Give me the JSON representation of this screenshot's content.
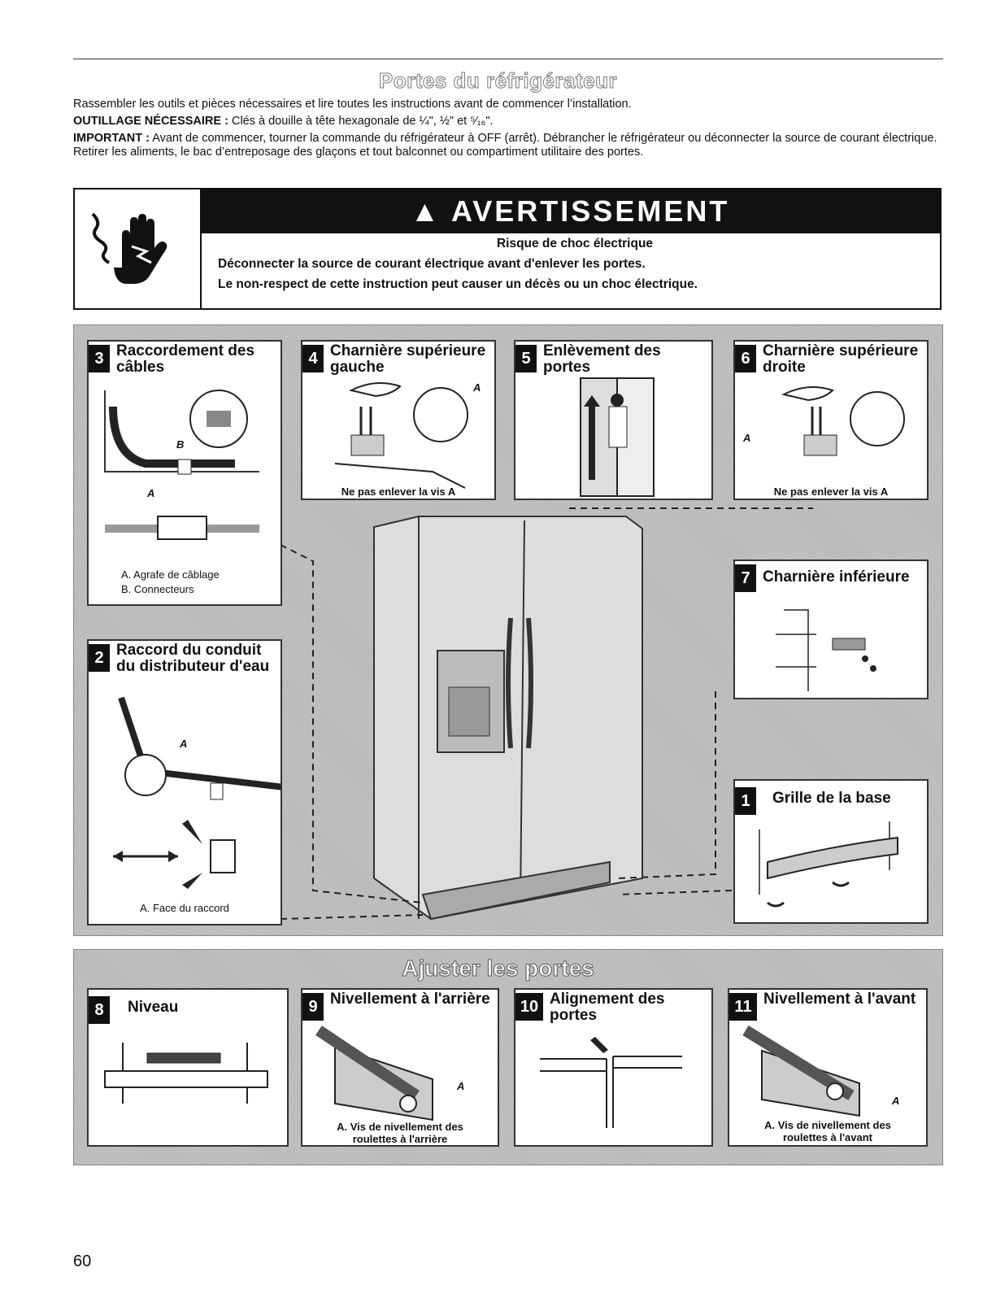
{
  "page": {
    "title": "Portes du réfrigérateur",
    "intro": "Rassembler les outils et pièces nécessaires et lire toutes les instructions avant de commencer l’installation.",
    "tools_label": "OUTILLAGE NÉCESSAIRE :",
    "tools_text": "Clés à douille à tête hexagonale de ¼\", ½\" et ⁵⁄₁₆\".",
    "important_label": "IMPORTANT :",
    "important_text": "Avant de commencer, tourner la commande du réfrigérateur à OFF (arrêt). Débrancher le réfrigérateur ou déconnecter la source de courant électrique. Retirer les aliments, le bac d’entreposage des glaçons et tout balconnet ou compartiment utilitaire des portes.",
    "page_number": "60"
  },
  "warning": {
    "header": "AVERTISSEMENT",
    "line1": "Risque de choc électrique",
    "line2": "Déconnecter la source de courant électrique avant d'enlever les portes.",
    "line3": "Le non-respect de cette instruction peut causer un décès ou un choc électrique."
  },
  "steps": {
    "s3": {
      "num": "3",
      "title": "Raccordement des câbles",
      "cap1": "A. Agrafe de câblage",
      "cap2": "B. Connecteurs",
      "label_a": "A",
      "label_b": "B"
    },
    "s4": {
      "num": "4",
      "title": "Charnière supérieure gauche",
      "caption": "Ne pas enlever la vis A",
      "label_a": "A"
    },
    "s5": {
      "num": "5",
      "title": "Enlèvement des portes"
    },
    "s6": {
      "num": "6",
      "title": "Charnière supérieure droite",
      "caption": "Ne pas enlever la vis A",
      "label_a": "A"
    },
    "s7": {
      "num": "7",
      "title": "Charnière inférieure"
    },
    "s2": {
      "num": "2",
      "title": "Raccord du conduit du distributeur d'eau",
      "caption": "A. Face du raccord",
      "label_a": "A"
    },
    "s1": {
      "num": "1",
      "title": "Grille de la base"
    },
    "adjust_title": "Ajuster les portes",
    "s8": {
      "num": "8",
      "title": "Niveau"
    },
    "s9": {
      "num": "9",
      "title": "Nivellement à l'arrière",
      "cap1": "A. Vis de nivellement des",
      "cap2": "roulettes à l'arrière",
      "label_a": "A"
    },
    "s10": {
      "num": "10",
      "title": "Alignement des portes"
    },
    "s11": {
      "num": "11",
      "title": "Nivellement à l'avant",
      "cap1": "A. Vis de nivellement des",
      "cap2": "roulettes à l'avant",
      "label_a": "A"
    }
  }
}
